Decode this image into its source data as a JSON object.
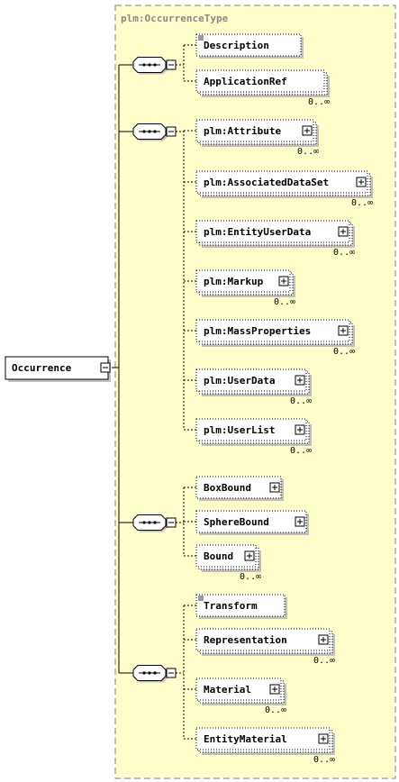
{
  "complex_type": {
    "label": "plm:OccurrenceType"
  },
  "root": {
    "label": "Occurrence"
  },
  "groups": [
    {
      "compositor": "sequence",
      "items": [
        {
          "label": "Description",
          "expandable": false,
          "multiple": false,
          "cardinality": "",
          "has_doc": true
        },
        {
          "label": "ApplicationRef",
          "expandable": false,
          "multiple": true,
          "cardinality": "0..∞",
          "has_doc": false
        }
      ]
    },
    {
      "compositor": "sequence",
      "items": [
        {
          "label": "plm:Attribute",
          "expandable": true,
          "multiple": true,
          "cardinality": "0..∞",
          "has_doc": false
        },
        {
          "label": "plm:AssociatedDataSet",
          "expandable": true,
          "multiple": true,
          "cardinality": "0..∞",
          "has_doc": false
        },
        {
          "label": "plm:EntityUserData",
          "expandable": true,
          "multiple": true,
          "cardinality": "0..∞",
          "has_doc": false
        },
        {
          "label": "plm:Markup",
          "expandable": true,
          "multiple": true,
          "cardinality": "0..∞",
          "has_doc": false
        },
        {
          "label": "plm:MassProperties",
          "expandable": true,
          "multiple": true,
          "cardinality": "0..∞",
          "has_doc": false
        },
        {
          "label": "plm:UserData",
          "expandable": true,
          "multiple": true,
          "cardinality": "0..∞",
          "has_doc": false
        },
        {
          "label": "plm:UserList",
          "expandable": true,
          "multiple": true,
          "cardinality": "0..∞",
          "has_doc": false
        }
      ]
    },
    {
      "compositor": "sequence",
      "items": [
        {
          "label": "BoxBound",
          "expandable": true,
          "multiple": false,
          "cardinality": "",
          "has_doc": false
        },
        {
          "label": "SphereBound",
          "expandable": true,
          "multiple": false,
          "cardinality": "",
          "has_doc": false
        },
        {
          "label": "Bound",
          "expandable": true,
          "multiple": true,
          "cardinality": "0..∞",
          "has_doc": false
        }
      ]
    },
    {
      "compositor": "sequence",
      "items": [
        {
          "label": "Transform",
          "expandable": false,
          "multiple": false,
          "cardinality": "",
          "has_doc": true
        },
        {
          "label": "Representation",
          "expandable": true,
          "multiple": true,
          "cardinality": "0..∞",
          "has_doc": false
        },
        {
          "label": "Material",
          "expandable": true,
          "multiple": true,
          "cardinality": "0..∞",
          "has_doc": false
        },
        {
          "label": "EntityMaterial",
          "expandable": true,
          "multiple": true,
          "cardinality": "0..∞",
          "has_doc": false
        }
      ]
    }
  ],
  "colors": {
    "container_fill": "#ffffcc",
    "container_border": "#808080",
    "box_fill": "#ffffff",
    "shadow": "#c0c0c0",
    "line": "#000000"
  }
}
